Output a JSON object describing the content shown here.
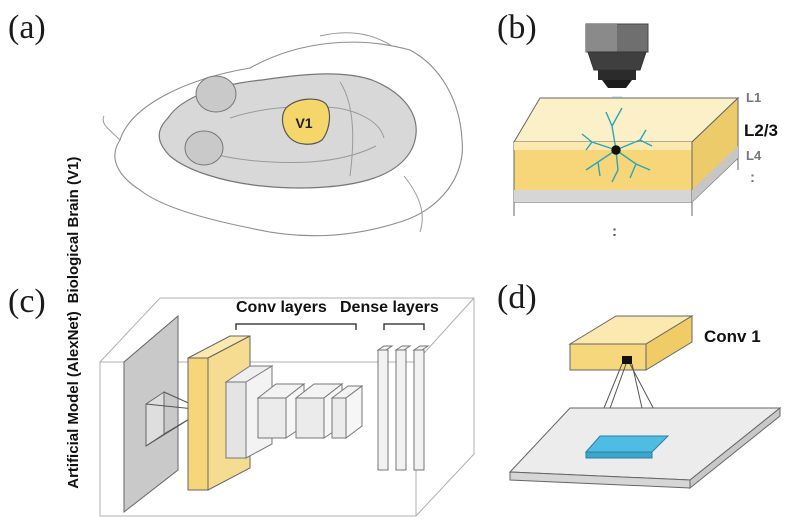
{
  "panels": {
    "a": {
      "letter": "(a)",
      "side_label": "Biological Brain (V1)",
      "region_label": "V1"
    },
    "b": {
      "letter": "(b)",
      "layers": [
        "L1",
        "L2/3",
        "L4"
      ],
      "ellipsis": ":"
    },
    "c": {
      "letter": "(c)",
      "side_label": "Artificial Model (AlexNet)",
      "conv_label": "Conv layers",
      "dense_label": "Dense layers"
    },
    "d": {
      "letter": "(d)",
      "conv1_label": "Conv 1"
    }
  },
  "colors": {
    "cortex_yellow": "#f7d67a",
    "v1_yellow": "#f5d66a",
    "conv1_yellow": "#f7d77c",
    "receptive_blue": "#4fbde3",
    "neuron_teal": "#2aa6b8",
    "brain_grey": "#d8d8d8"
  }
}
